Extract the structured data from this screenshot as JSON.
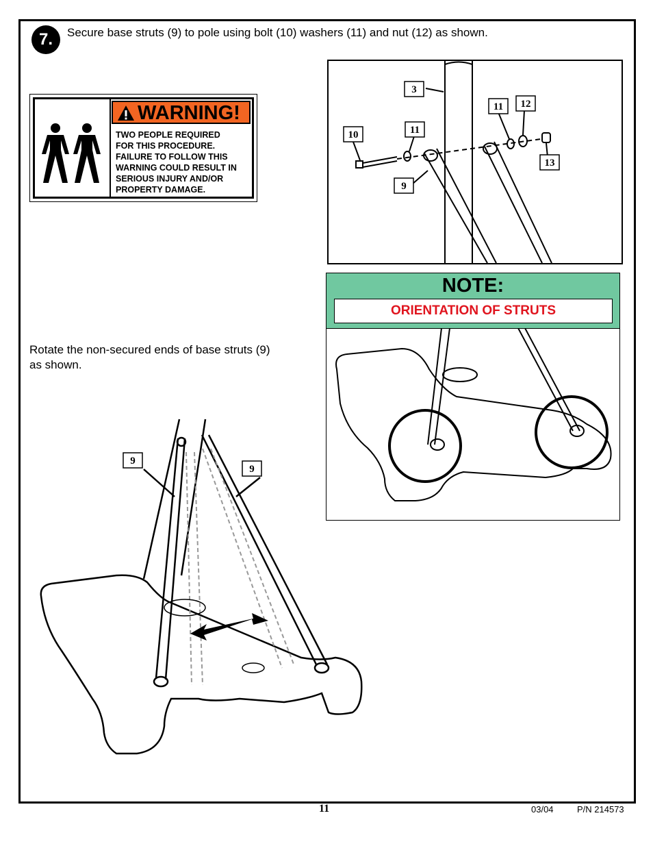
{
  "step": {
    "number": "7.",
    "instruction": "Secure base struts (9) to pole using bolt (10) washers (11) and nut (12) as shown."
  },
  "warning": {
    "title": "WARNING!",
    "lines": [
      "TWO PEOPLE REQUIRED",
      "FOR THIS PROCEDURE.",
      "FAILURE TO FOLLOW THIS",
      "WARNING COULD RESULT IN",
      "SERIOUS INJURY AND/OR",
      "PROPERTY DAMAGE."
    ],
    "colors": {
      "header": "#f26522"
    }
  },
  "hardware_diagram": {
    "labels": {
      "pole": "3",
      "bolt": "10",
      "washer_left": "11",
      "washer_right": "11",
      "nut": "12",
      "cap": "13",
      "strut": "9"
    }
  },
  "note": {
    "title": "NOTE:",
    "subtitle": "ORIENTATION OF STRUTS",
    "colors": {
      "header": "#70c8a0",
      "subtitle": "#e0141e"
    }
  },
  "rotate": {
    "lines": [
      "Rotate the non-secured ends of base struts (9)",
      "as shown."
    ]
  },
  "main_illustration": {
    "labels": {
      "strut_left": "9",
      "strut_right": "9"
    }
  },
  "footer": {
    "page_number": "11",
    "date": "03/04",
    "part_number": "P/N 214573"
  }
}
